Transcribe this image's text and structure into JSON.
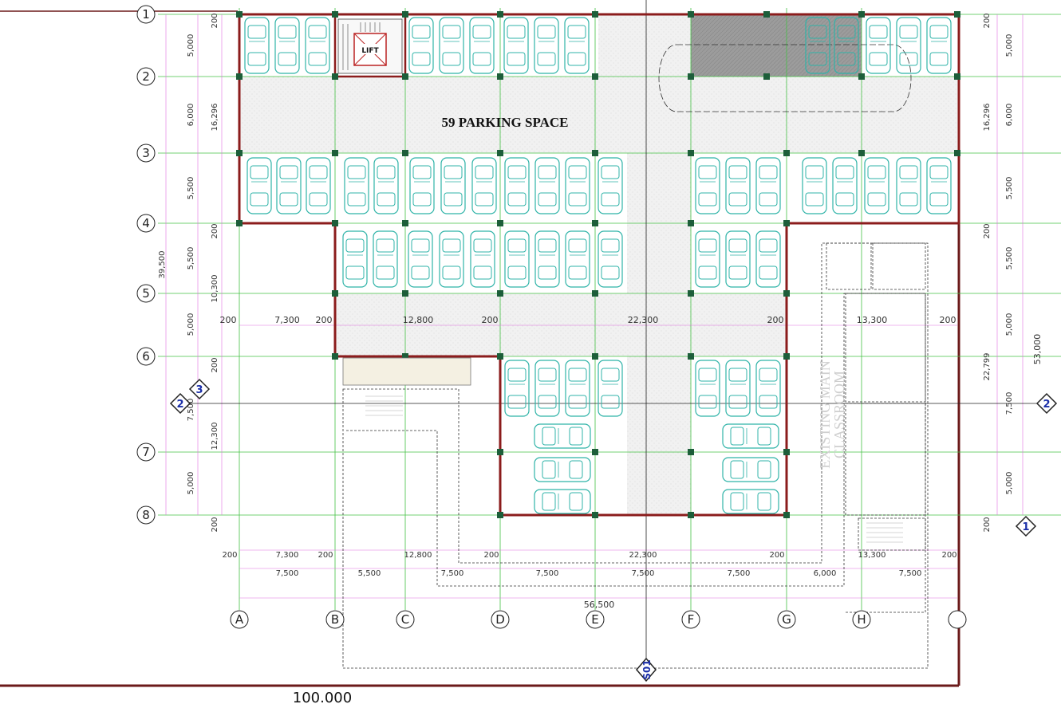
{
  "title": "59 PARKING SPACE",
  "lift_label": "LIFT",
  "classroom_label": [
    "EXISTING MAIN",
    "CLASSROOM"
  ],
  "overall_width_label": "100.000",
  "total_width_label": "56,500",
  "section_label": "S01",
  "grid_columns": [
    "A",
    "B",
    "C",
    "D",
    "E",
    "F",
    "G",
    "H"
  ],
  "grid_rows": [
    "1",
    "2",
    "3",
    "4",
    "5",
    "6",
    "7",
    "8"
  ],
  "markers": {
    "left_2": "2",
    "left_3": "3",
    "right_2": "2",
    "right_1": "1"
  },
  "top_dims": [
    "200",
    "7,300",
    "200",
    "12,800",
    "200",
    "22,300",
    "200",
    "13,300",
    "200"
  ],
  "bottom_dims_1": [
    "200",
    "7,300",
    "200",
    "12,800",
    "200",
    "22,300",
    "200",
    "13,300",
    "200"
  ],
  "bottom_dims_2": [
    "7,500",
    "5,500",
    "7,500",
    "7,500",
    "7,500",
    "7,500",
    "6,000",
    "7,500"
  ],
  "left_dims_1": [
    "5,000",
    "6,000",
    "5,500",
    "5,500",
    "5,000",
    "7,500",
    "5,000"
  ],
  "left_dims_2": [
    "200",
    "16,296",
    "200",
    "10,300",
    "200",
    "12,300",
    "200"
  ],
  "left_total": "39,500",
  "right_dims_1": [
    "5,000",
    "6,000",
    "5,500",
    "5,500",
    "5,000",
    "7,500",
    "5,000"
  ],
  "right_dims_2": [
    "200",
    "16,296",
    "200",
    "22,799",
    "200"
  ],
  "right_total": "53,000"
}
